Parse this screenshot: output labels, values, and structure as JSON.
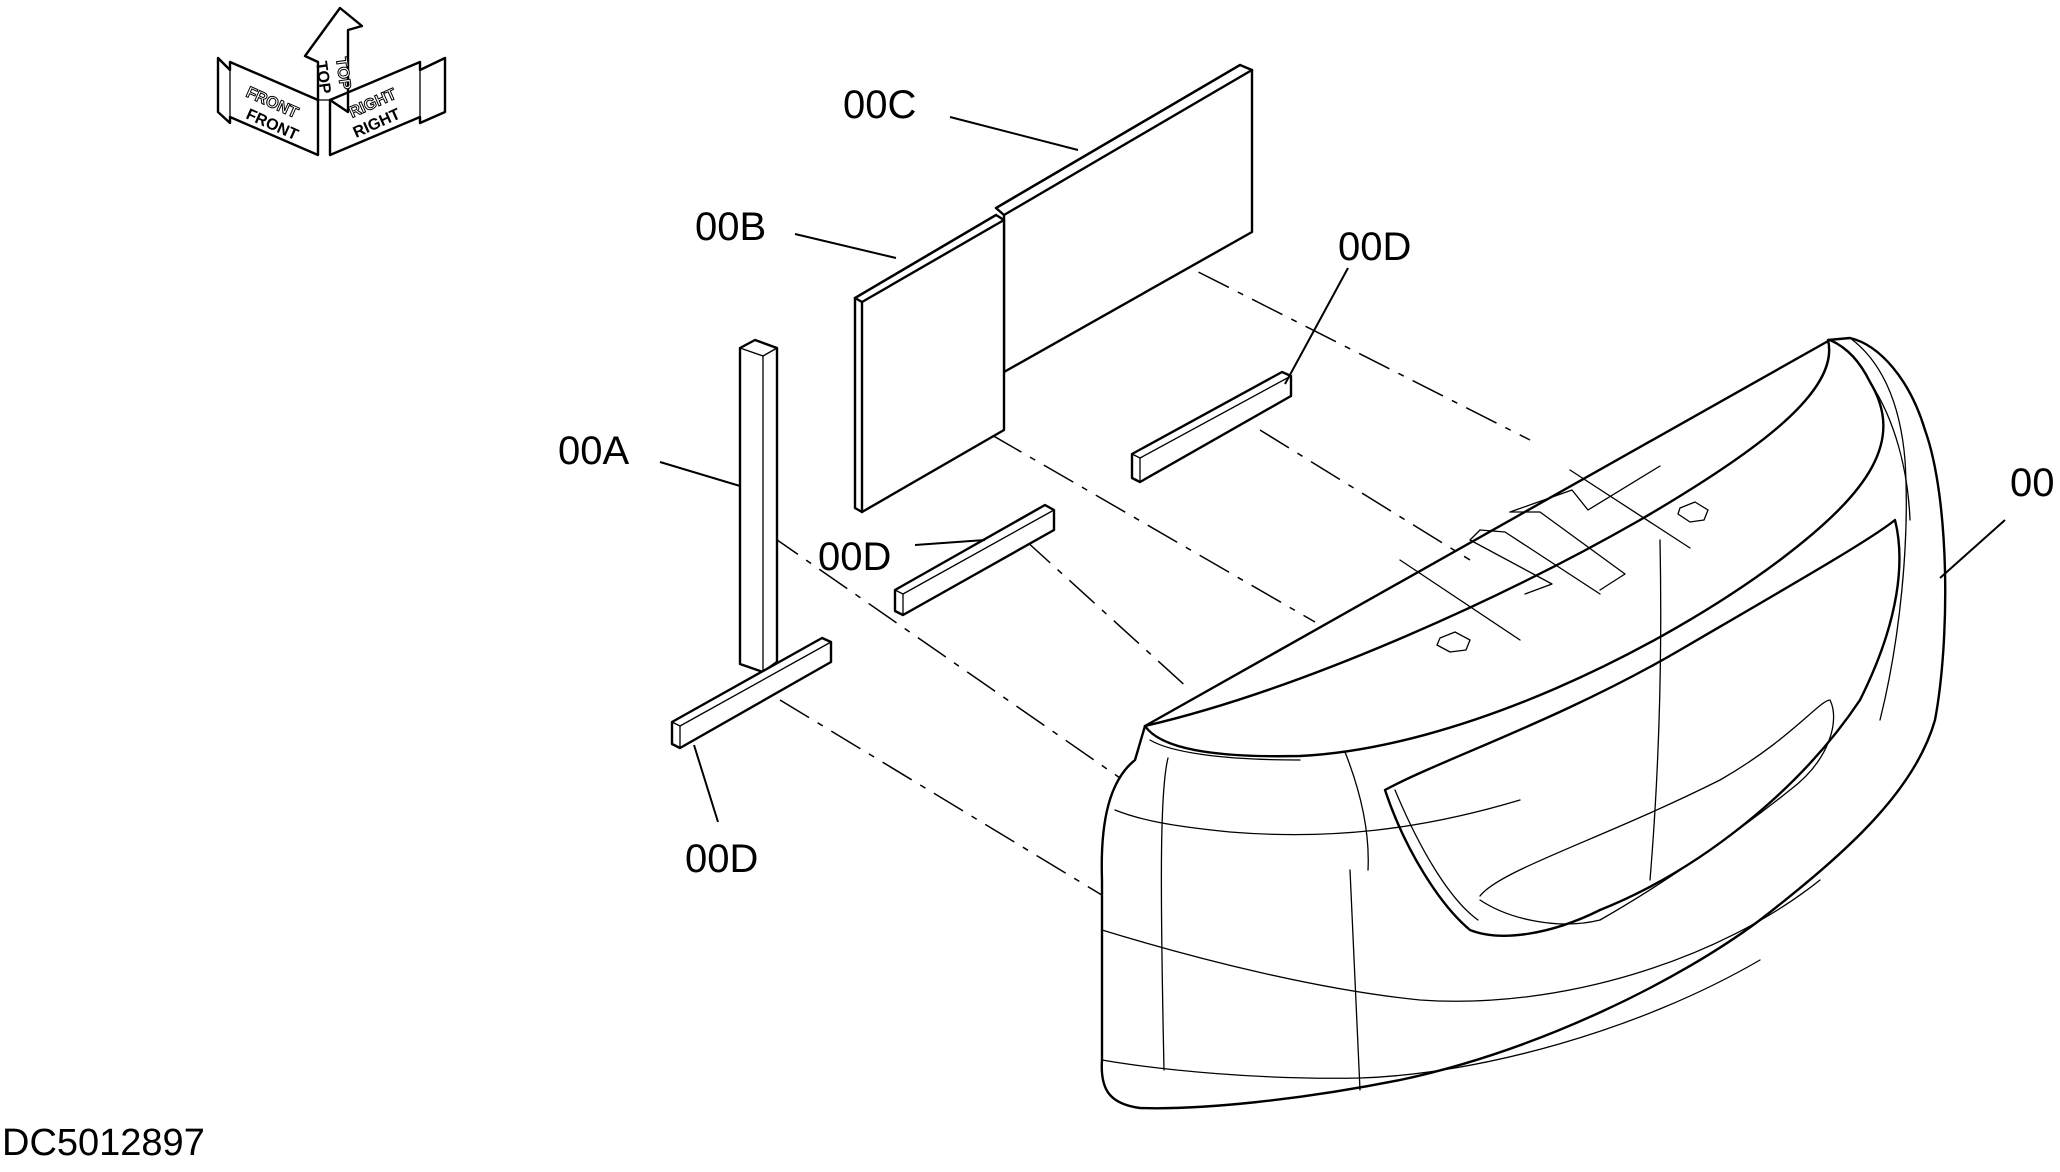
{
  "orientation_indicator": {
    "front_label": "FRONT",
    "top_label": "TOP",
    "right_label": "RIGHT",
    "icon": "orientation-arrows-icon"
  },
  "callouts": {
    "part_00": "00",
    "part_00A": "00A",
    "part_00B": "00B",
    "part_00C": "00C",
    "part_00D_top": "00D",
    "part_00D_middle": "00D",
    "part_00D_bottom": "00D"
  },
  "drawing_number": "DC5012897"
}
